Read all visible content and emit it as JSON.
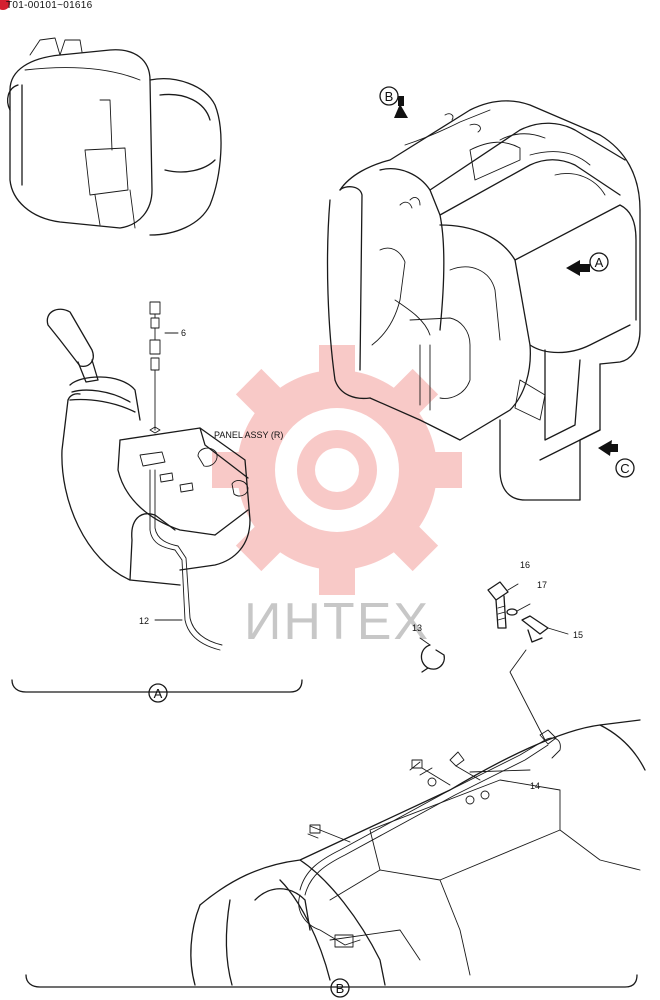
{
  "header": {
    "doc_code": "T01-00101~01616"
  },
  "labels": {
    "panel_assy": "PANEL ASSY (R)",
    "part_6": "6",
    "part_12": "12",
    "part_13": "13",
    "part_14": "14",
    "part_15": "15",
    "part_16": "16",
    "part_17": "17"
  },
  "view_markers": {
    "a_top": "A",
    "b_top": "B",
    "c_top": "C",
    "a_section": "A",
    "b_section": "B"
  },
  "watermark": {
    "text": "ИНТЕХ",
    "color": "#e8413b"
  },
  "colors": {
    "line": "#1a1a1a",
    "marker": "#d42030"
  }
}
